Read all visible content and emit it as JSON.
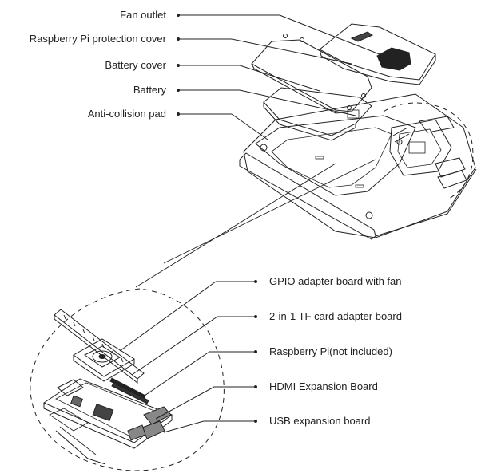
{
  "colors": {
    "line": "#222222",
    "text": "#222222",
    "background": "#ffffff"
  },
  "top_callouts": [
    {
      "id": "fan-outlet",
      "label": "Fan outlet"
    },
    {
      "id": "pi-protection-cover",
      "label": "Raspberry Pi protection cover"
    },
    {
      "id": "battery-cover",
      "label": "Battery cover"
    },
    {
      "id": "battery",
      "label": "Battery"
    },
    {
      "id": "anti-collision-pad",
      "label": "Anti-collision pad"
    }
  ],
  "bottom_callouts": [
    {
      "id": "gpio-adapter",
      "label": "GPIO adapter board with fan"
    },
    {
      "id": "tf-card-adapter",
      "label": "2-in-1 TF card adapter board"
    },
    {
      "id": "raspberry-pi",
      "label": "Raspberry Pi(not included)"
    },
    {
      "id": "hdmi-board",
      "label": "HDMI Expansion Board"
    },
    {
      "id": "usb-board",
      "label": "USB expansion board"
    }
  ]
}
